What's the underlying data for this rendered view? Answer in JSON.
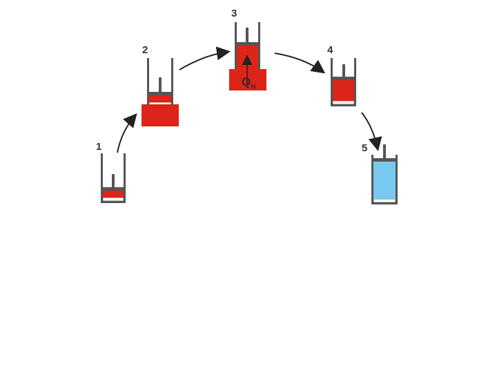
{
  "stages": [
    {
      "label": "1",
      "fill": "red"
    },
    {
      "label": "2",
      "fill": "red",
      "heat_source": true
    },
    {
      "label": "3",
      "fill": "red",
      "heat_source": true
    },
    {
      "label": "4",
      "fill": "red"
    },
    {
      "label": "5",
      "fill": "blue"
    }
  ],
  "heat": {
    "symbol": "Q",
    "subscript": "H"
  },
  "colors": {
    "hot_gas": "#dd2418",
    "cold_gas": "#78c8f0",
    "cylinder_wall": "#555555",
    "piston": "#555555",
    "arrow": "#222222"
  }
}
